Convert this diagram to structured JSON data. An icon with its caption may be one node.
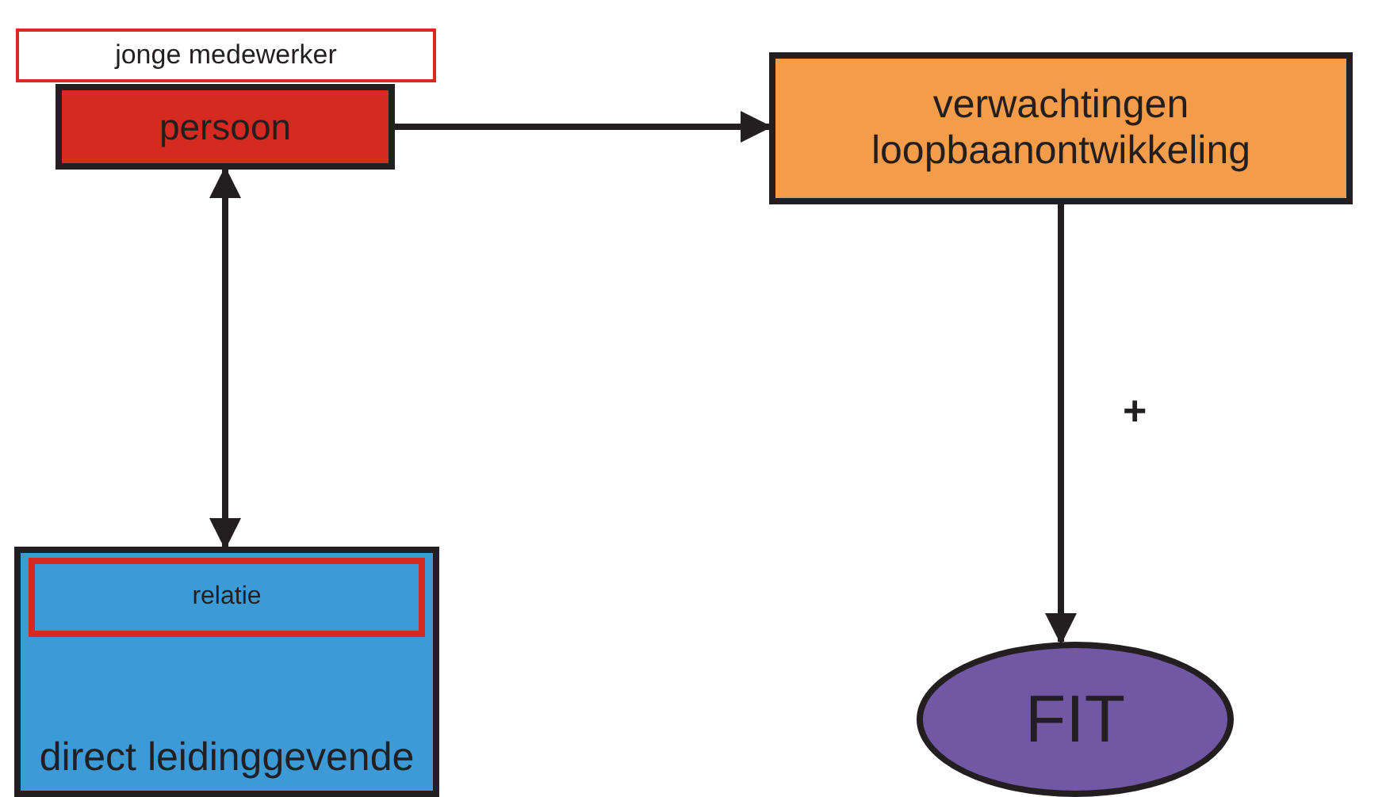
{
  "diagram": {
    "nodes": [
      {
        "text": [
          "jonge medewerker"
        ]
      },
      {
        "text": [
          "persoon"
        ]
      },
      {
        "text": [
          "verwachtingen loopbaanontwikkeling"
        ]
      },
      {
        "text": [
          "direct leidinggevende"
        ]
      },
      {
        "text": [
          "relatie"
        ],
        "in": 3
      },
      {
        "text": [
          "FIT"
        ]
      }
    ],
    "edges": [
      {
        "from": 1,
        "to": 2,
        "arrow": "to"
      },
      {
        "from": 1,
        "to": 3,
        "arrow": "both"
      },
      {
        "from": 2,
        "to": 5,
        "arrow": "to",
        "label": "+"
      }
    ]
  }
}
